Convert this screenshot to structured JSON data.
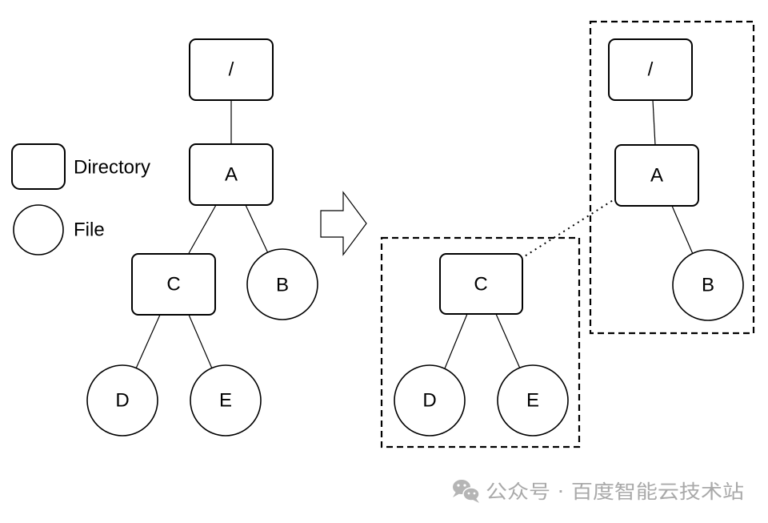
{
  "legend": {
    "directory_label": "Directory",
    "file_label": "File"
  },
  "before_tree": {
    "root": "/",
    "a": "A",
    "b": "B",
    "c": "C",
    "d": "D",
    "e": "E"
  },
  "after_tree": {
    "root": "/",
    "a": "A",
    "b": "B",
    "c": "C",
    "d": "D",
    "e": "E"
  },
  "watermark": {
    "text": "公众号 · 百度智能云技术站",
    "icon": "wechat-icon"
  },
  "colors": {
    "stroke": "#000000",
    "background": "#ffffff",
    "watermark": "#a9a9a9"
  }
}
